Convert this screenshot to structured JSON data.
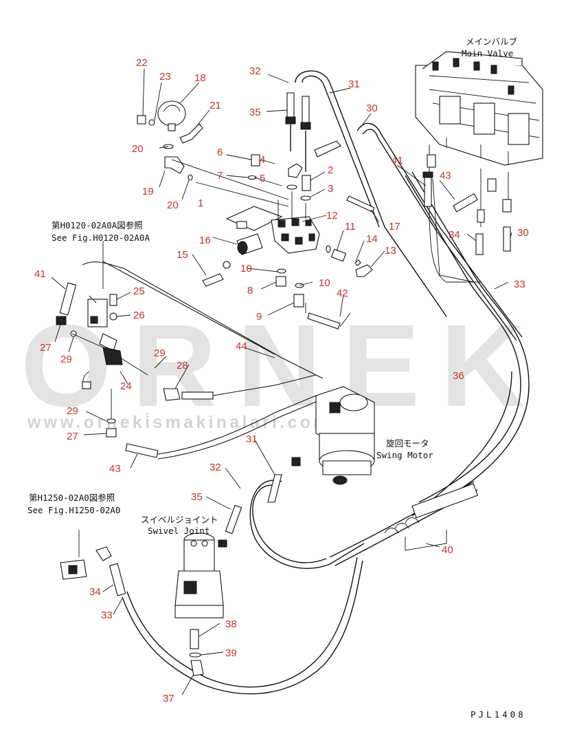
{
  "watermark": {
    "brand": "ORNEK",
    "url": "www.orneki̇smakinalari.com.tr"
  },
  "labels": {
    "main_valve_jp": "メインバルブ",
    "main_valve_en": "Main Valve",
    "see_fig_a_jp": "第H0120-02A0A図参照",
    "see_fig_a_en": "See Fig.H0120-02A0A",
    "swing_motor_jp": "旋回モータ",
    "swing_motor_en": "Swing Motor",
    "see_fig_b_jp": "第H1250-02A0図参照",
    "see_fig_b_en": "See Fig.H1250-02A0",
    "swivel_joint_jp": "スイベルジョイント",
    "swivel_joint_en": "Swivel Joint",
    "drawing_code": "PJL1408"
  },
  "callouts": [
    {
      "id": "c22",
      "text": "22"
    },
    {
      "id": "c23",
      "text": "23"
    },
    {
      "id": "c18",
      "text": "18"
    },
    {
      "id": "c21",
      "text": "21"
    },
    {
      "id": "c20a",
      "text": "20"
    },
    {
      "id": "c19",
      "text": "19"
    },
    {
      "id": "c20b",
      "text": "20"
    },
    {
      "id": "c1",
      "text": "1"
    },
    {
      "id": "c32a",
      "text": "32"
    },
    {
      "id": "c35a",
      "text": "35"
    },
    {
      "id": "c31a",
      "text": "31"
    },
    {
      "id": "c30a",
      "text": "30"
    },
    {
      "id": "c6",
      "text": "6"
    },
    {
      "id": "c4",
      "text": "4"
    },
    {
      "id": "c7",
      "text": "7"
    },
    {
      "id": "c5",
      "text": "5"
    },
    {
      "id": "c2",
      "text": "2"
    },
    {
      "id": "c3",
      "text": "3"
    },
    {
      "id": "c41a",
      "text": "41"
    },
    {
      "id": "c43a",
      "text": "43"
    },
    {
      "id": "c17",
      "text": "17"
    },
    {
      "id": "c12",
      "text": "12"
    },
    {
      "id": "c11",
      "text": "11"
    },
    {
      "id": "c14",
      "text": "14"
    },
    {
      "id": "c13",
      "text": "13"
    },
    {
      "id": "c16",
      "text": "16"
    },
    {
      "id": "c15",
      "text": "15"
    },
    {
      "id": "c10a",
      "text": "10"
    },
    {
      "id": "c8",
      "text": "8"
    },
    {
      "id": "c10b",
      "text": "10"
    },
    {
      "id": "c9",
      "text": "9"
    },
    {
      "id": "c42",
      "text": "42"
    },
    {
      "id": "c34a",
      "text": "34"
    },
    {
      "id": "c30b",
      "text": "30"
    },
    {
      "id": "c33a",
      "text": "33"
    },
    {
      "id": "c41b",
      "text": "41"
    },
    {
      "id": "c25",
      "text": "25"
    },
    {
      "id": "c26",
      "text": "26"
    },
    {
      "id": "c27a",
      "text": "27"
    },
    {
      "id": "c29a",
      "text": "29"
    },
    {
      "id": "c44",
      "text": "44"
    },
    {
      "id": "c29b",
      "text": "29"
    },
    {
      "id": "c28",
      "text": "28"
    },
    {
      "id": "c24",
      "text": "24"
    },
    {
      "id": "c36",
      "text": "36"
    },
    {
      "id": "c29c",
      "text": "29"
    },
    {
      "id": "c27b",
      "text": "27"
    },
    {
      "id": "c43b",
      "text": "43"
    },
    {
      "id": "c31b",
      "text": "31"
    },
    {
      "id": "c32b",
      "text": "32"
    },
    {
      "id": "c35b",
      "text": "35"
    },
    {
      "id": "c40",
      "text": "40"
    },
    {
      "id": "c34b",
      "text": "34"
    },
    {
      "id": "c33b",
      "text": "33"
    },
    {
      "id": "c38",
      "text": "38"
    },
    {
      "id": "c39",
      "text": "39"
    },
    {
      "id": "c37",
      "text": "37"
    }
  ]
}
